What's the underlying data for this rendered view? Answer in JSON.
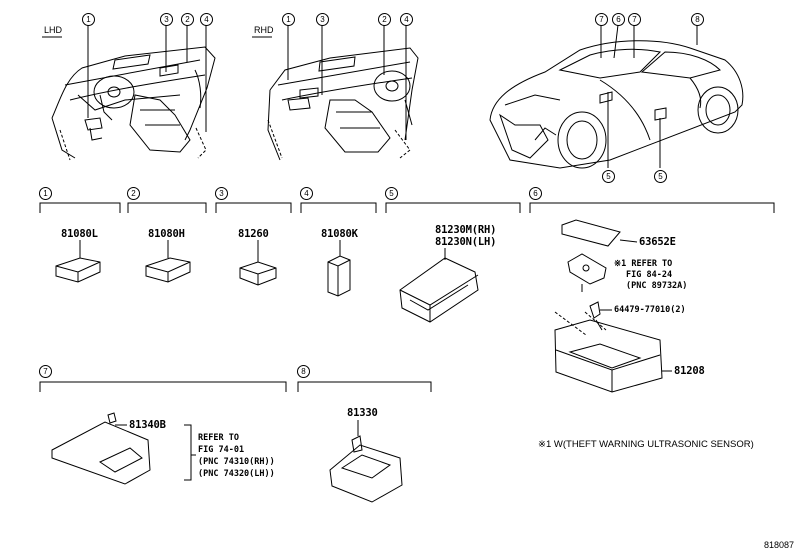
{
  "views": {
    "lhd": "LHD",
    "rhd": "RHD"
  },
  "callouts": [
    "1",
    "2",
    "3",
    "4",
    "5",
    "6",
    "7",
    "8"
  ],
  "groups": [
    {
      "num": "1",
      "parts": [
        "81080L"
      ]
    },
    {
      "num": "2",
      "parts": [
        "81080H"
      ]
    },
    {
      "num": "3",
      "parts": [
        "81260"
      ]
    },
    {
      "num": "4",
      "parts": [
        "81080K"
      ]
    },
    {
      "num": "5",
      "parts": [
        "81230M(RH)",
        "81230N(LH)"
      ]
    },
    {
      "num": "6",
      "parts": [
        "63652E",
        "64479-77010(2)",
        "81208"
      ]
    },
    {
      "num": "7",
      "parts": [
        "81340B"
      ]
    },
    {
      "num": "8",
      "parts": [
        "81330"
      ]
    }
  ],
  "refs": {
    "g6_ref": [
      "※1 REFER TO",
      "FIG 84-24",
      "(PNC 89732A)"
    ],
    "g7_ref": [
      "REFER TO",
      "FIG 74-01",
      "(PNC 74310(RH))",
      "(PNC 74320(LH))"
    ]
  },
  "note": "※1 W(THEFT WARNING ULTRASONIC SENSOR)",
  "figure_id": "818087"
}
